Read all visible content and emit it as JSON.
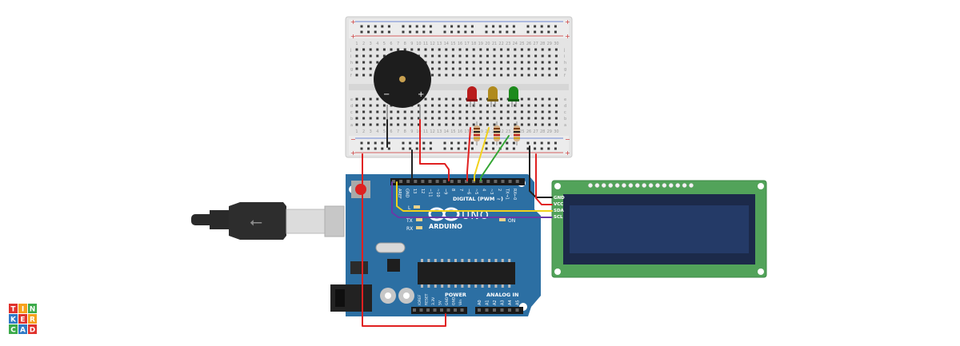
{
  "breadboard": {
    "columns": [
      "1",
      "2",
      "3",
      "4",
      "5",
      "6",
      "7",
      "8",
      "9",
      "10",
      "11",
      "12",
      "13",
      "14",
      "15",
      "16",
      "17",
      "18",
      "19",
      "20",
      "21",
      "22",
      "23",
      "24",
      "25",
      "26",
      "27",
      "28",
      "29",
      "30"
    ],
    "rows_top": [
      "j",
      "i",
      "h",
      "g",
      "f"
    ],
    "rows_bottom": [
      "e",
      "d",
      "c",
      "b",
      "a"
    ],
    "rail_plus": "+",
    "rail_minus": "−"
  },
  "buzzer": {
    "minus_label": "−",
    "plus_label": "+"
  },
  "arduino": {
    "board_name": "UNO",
    "brand": "ARDUINO",
    "digital_label": "DIGITAL (PWM ~)",
    "top_pins": [
      "AREF",
      "GND",
      "13",
      "12",
      "~11",
      "~10",
      "~9",
      "8",
      "7",
      "~6",
      "~5",
      "4",
      "~3",
      "2",
      "TX→1",
      "RX←0"
    ],
    "power_label": "POWER",
    "analog_label": "ANALOG IN",
    "power_pins": [
      "IOREF",
      "RESET",
      "3.3V",
      "5V",
      "GND",
      "GND",
      "Vin"
    ],
    "analog_pins": [
      "A0",
      "A1",
      "A2",
      "A3",
      "A4",
      "A5"
    ],
    "led_l": "L",
    "led_tx": "TX",
    "led_rx": "RX",
    "led_on": "ON"
  },
  "lcd": {
    "pins": [
      "GND",
      "VCC",
      "SDA",
      "SCL"
    ]
  },
  "logo": {
    "rows": [
      [
        "T",
        "I",
        "N"
      ],
      [
        "K",
        "E",
        "R"
      ],
      [
        "C",
        "A",
        "D"
      ]
    ]
  },
  "colors": {
    "board_blue": "#2c6fa3",
    "lcd_green": "#52a35a",
    "lcd_screen": "#243a67",
    "wire_red": "#e02020",
    "wire_black": "#222222",
    "wire_yellow": "#f2d21a",
    "wire_green": "#33a532",
    "wire_purple": "#6a3aa8",
    "led_red": "#b91c1c",
    "led_yellow": "#b08a1c",
    "led_green": "#1c8a1c"
  }
}
